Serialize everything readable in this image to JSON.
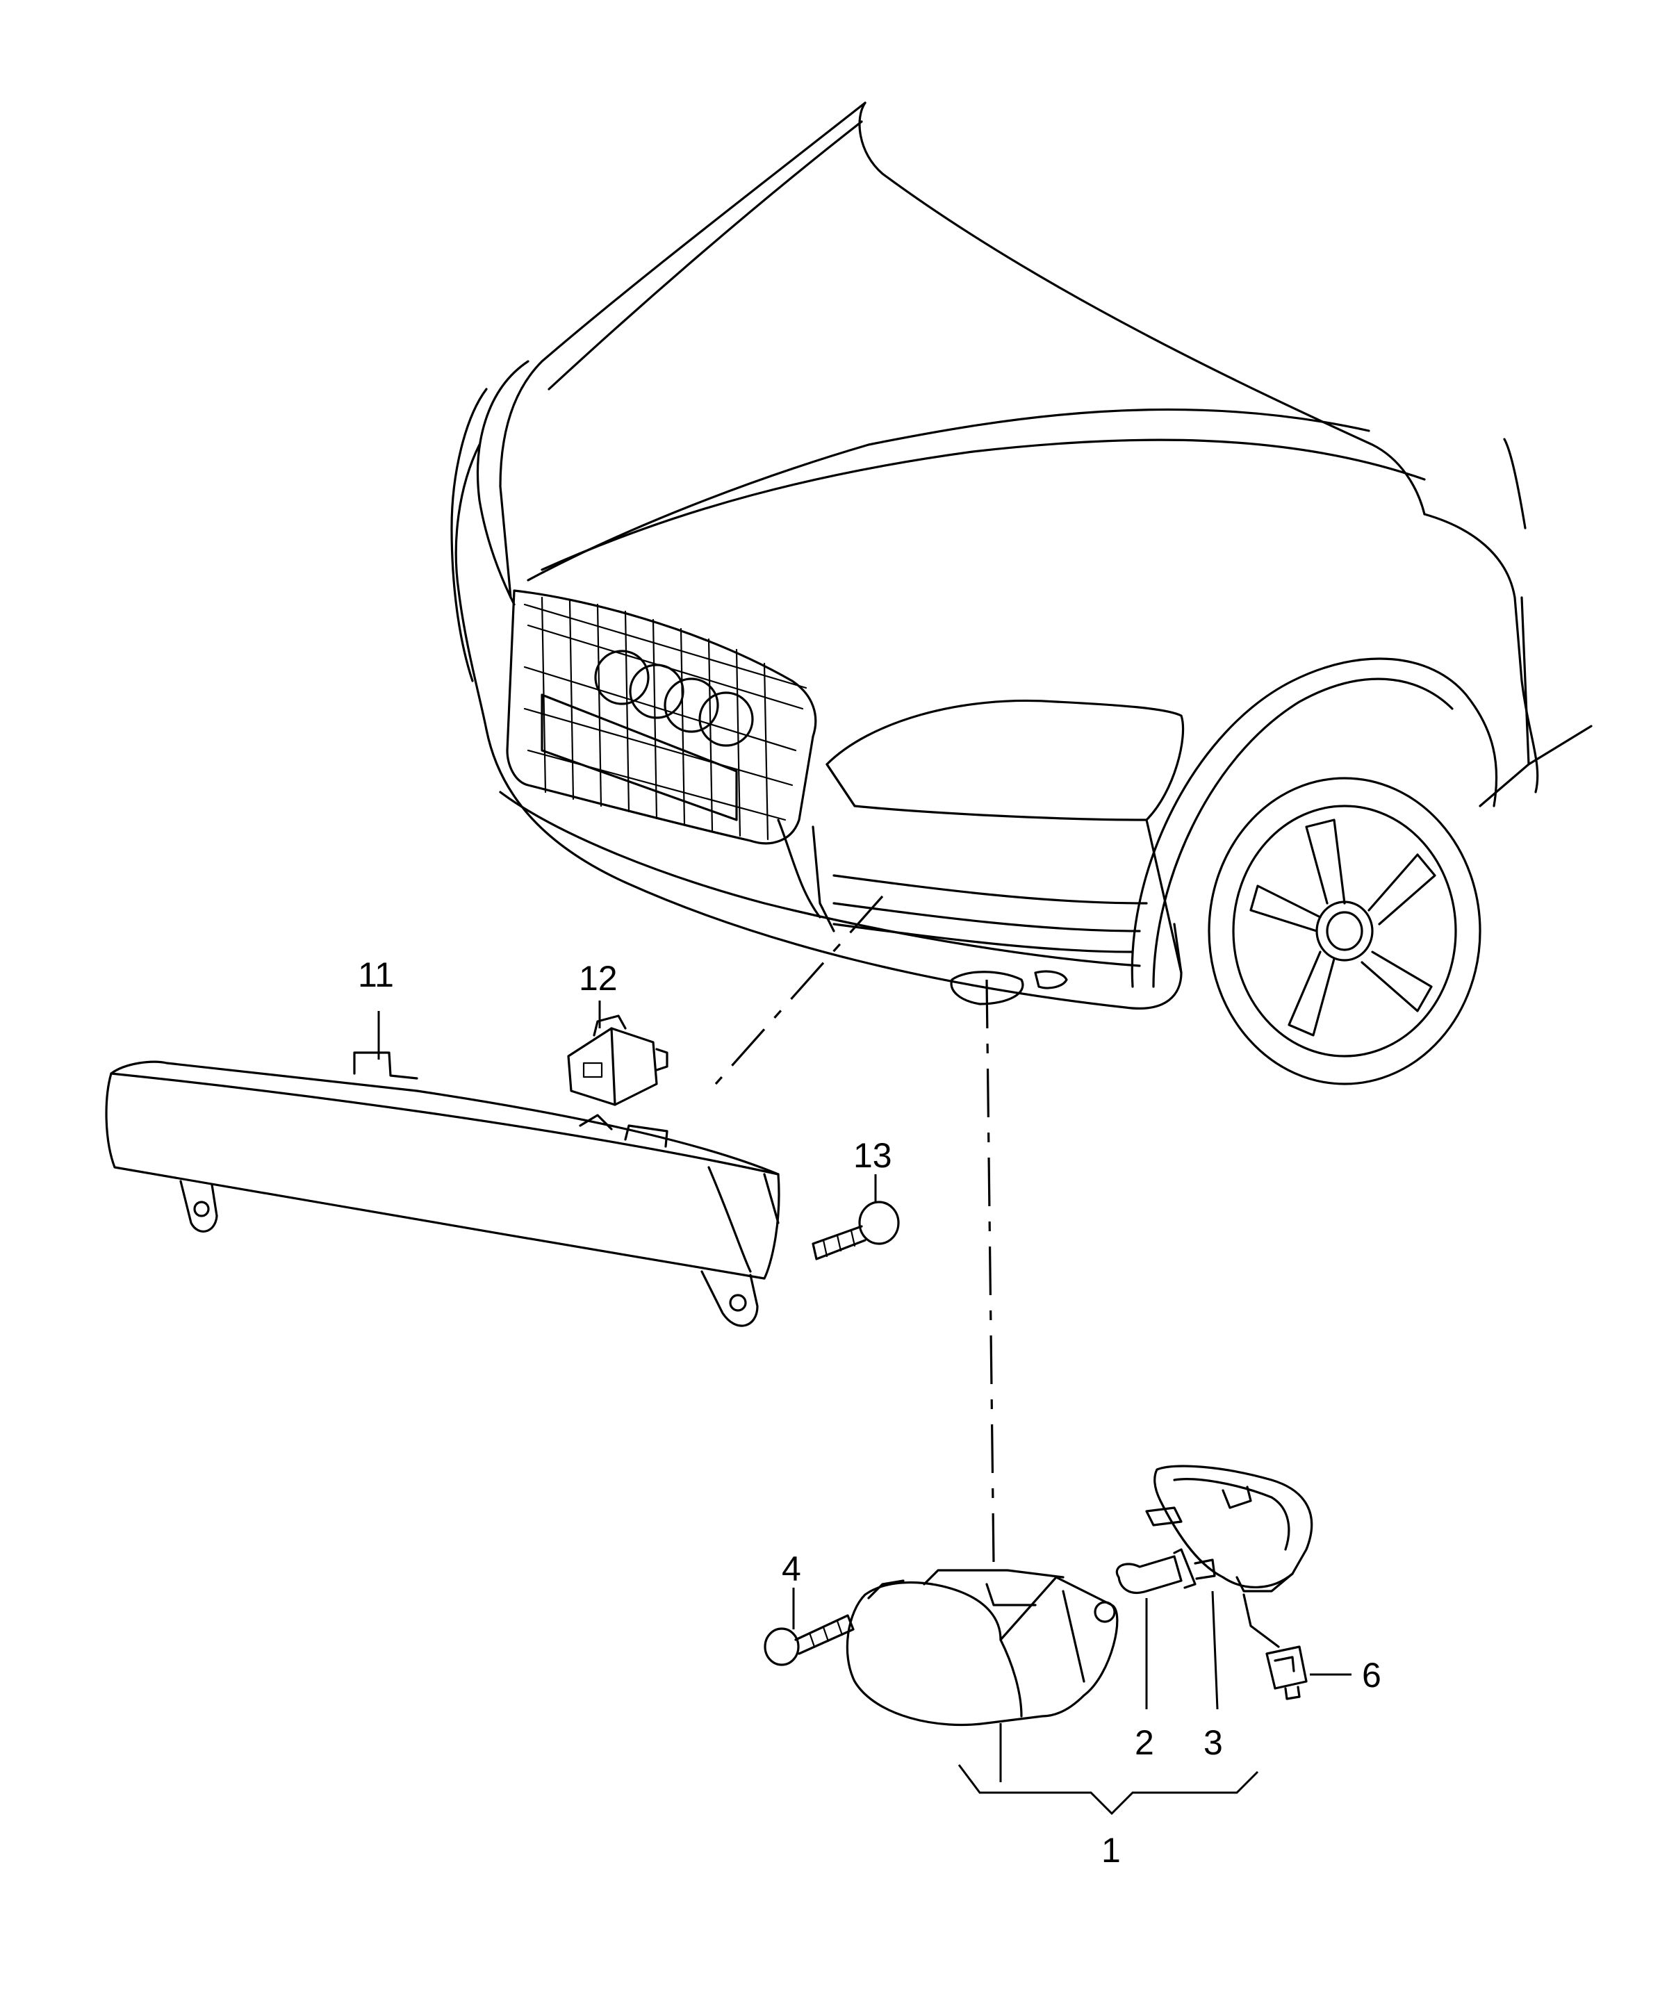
{
  "callouts": {
    "c1": "1",
    "c2": "2",
    "c3": "3",
    "c4": "4",
    "c6": "6",
    "c11": "11",
    "c12": "12",
    "c13": "13"
  },
  "colors": {
    "line": "#000000",
    "background": "#ffffff"
  }
}
